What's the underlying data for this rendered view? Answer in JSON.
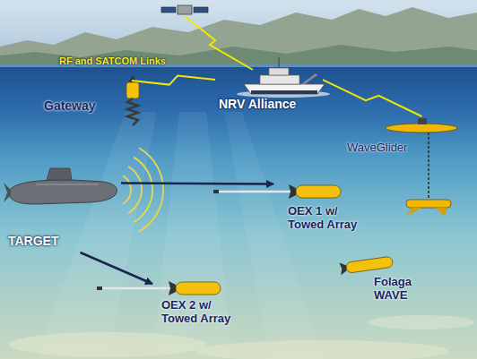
{
  "diagram": {
    "nodes": [
      {
        "text": [
          "NRV Alliance"
        ]
      },
      {
        "text": [
          "Gateway"
        ]
      },
      {
        "text": [
          "WaveGlider"
        ]
      },
      {
        "text": [
          "TARGET"
        ]
      },
      {
        "text": [
          "OEX 1 w/ Towed Array"
        ]
      },
      {
        "text": [
          "OEX 2 w/ Towed Array"
        ]
      },
      {
        "text": [
          "Folaga WAVE"
        ]
      }
    ],
    "edges": [
      {
        "from": 0,
        "to": 1,
        "arrow": "none"
      },
      {
        "from": 0,
        "to": 2,
        "arrow": "none"
      },
      {
        "from": 3,
        "to": 4,
        "arrow": "to"
      },
      {
        "from": 3,
        "to": 5,
        "arrow": "to"
      }
    ],
    "labels": [
      "RF and SATCOM Links"
    ]
  }
}
